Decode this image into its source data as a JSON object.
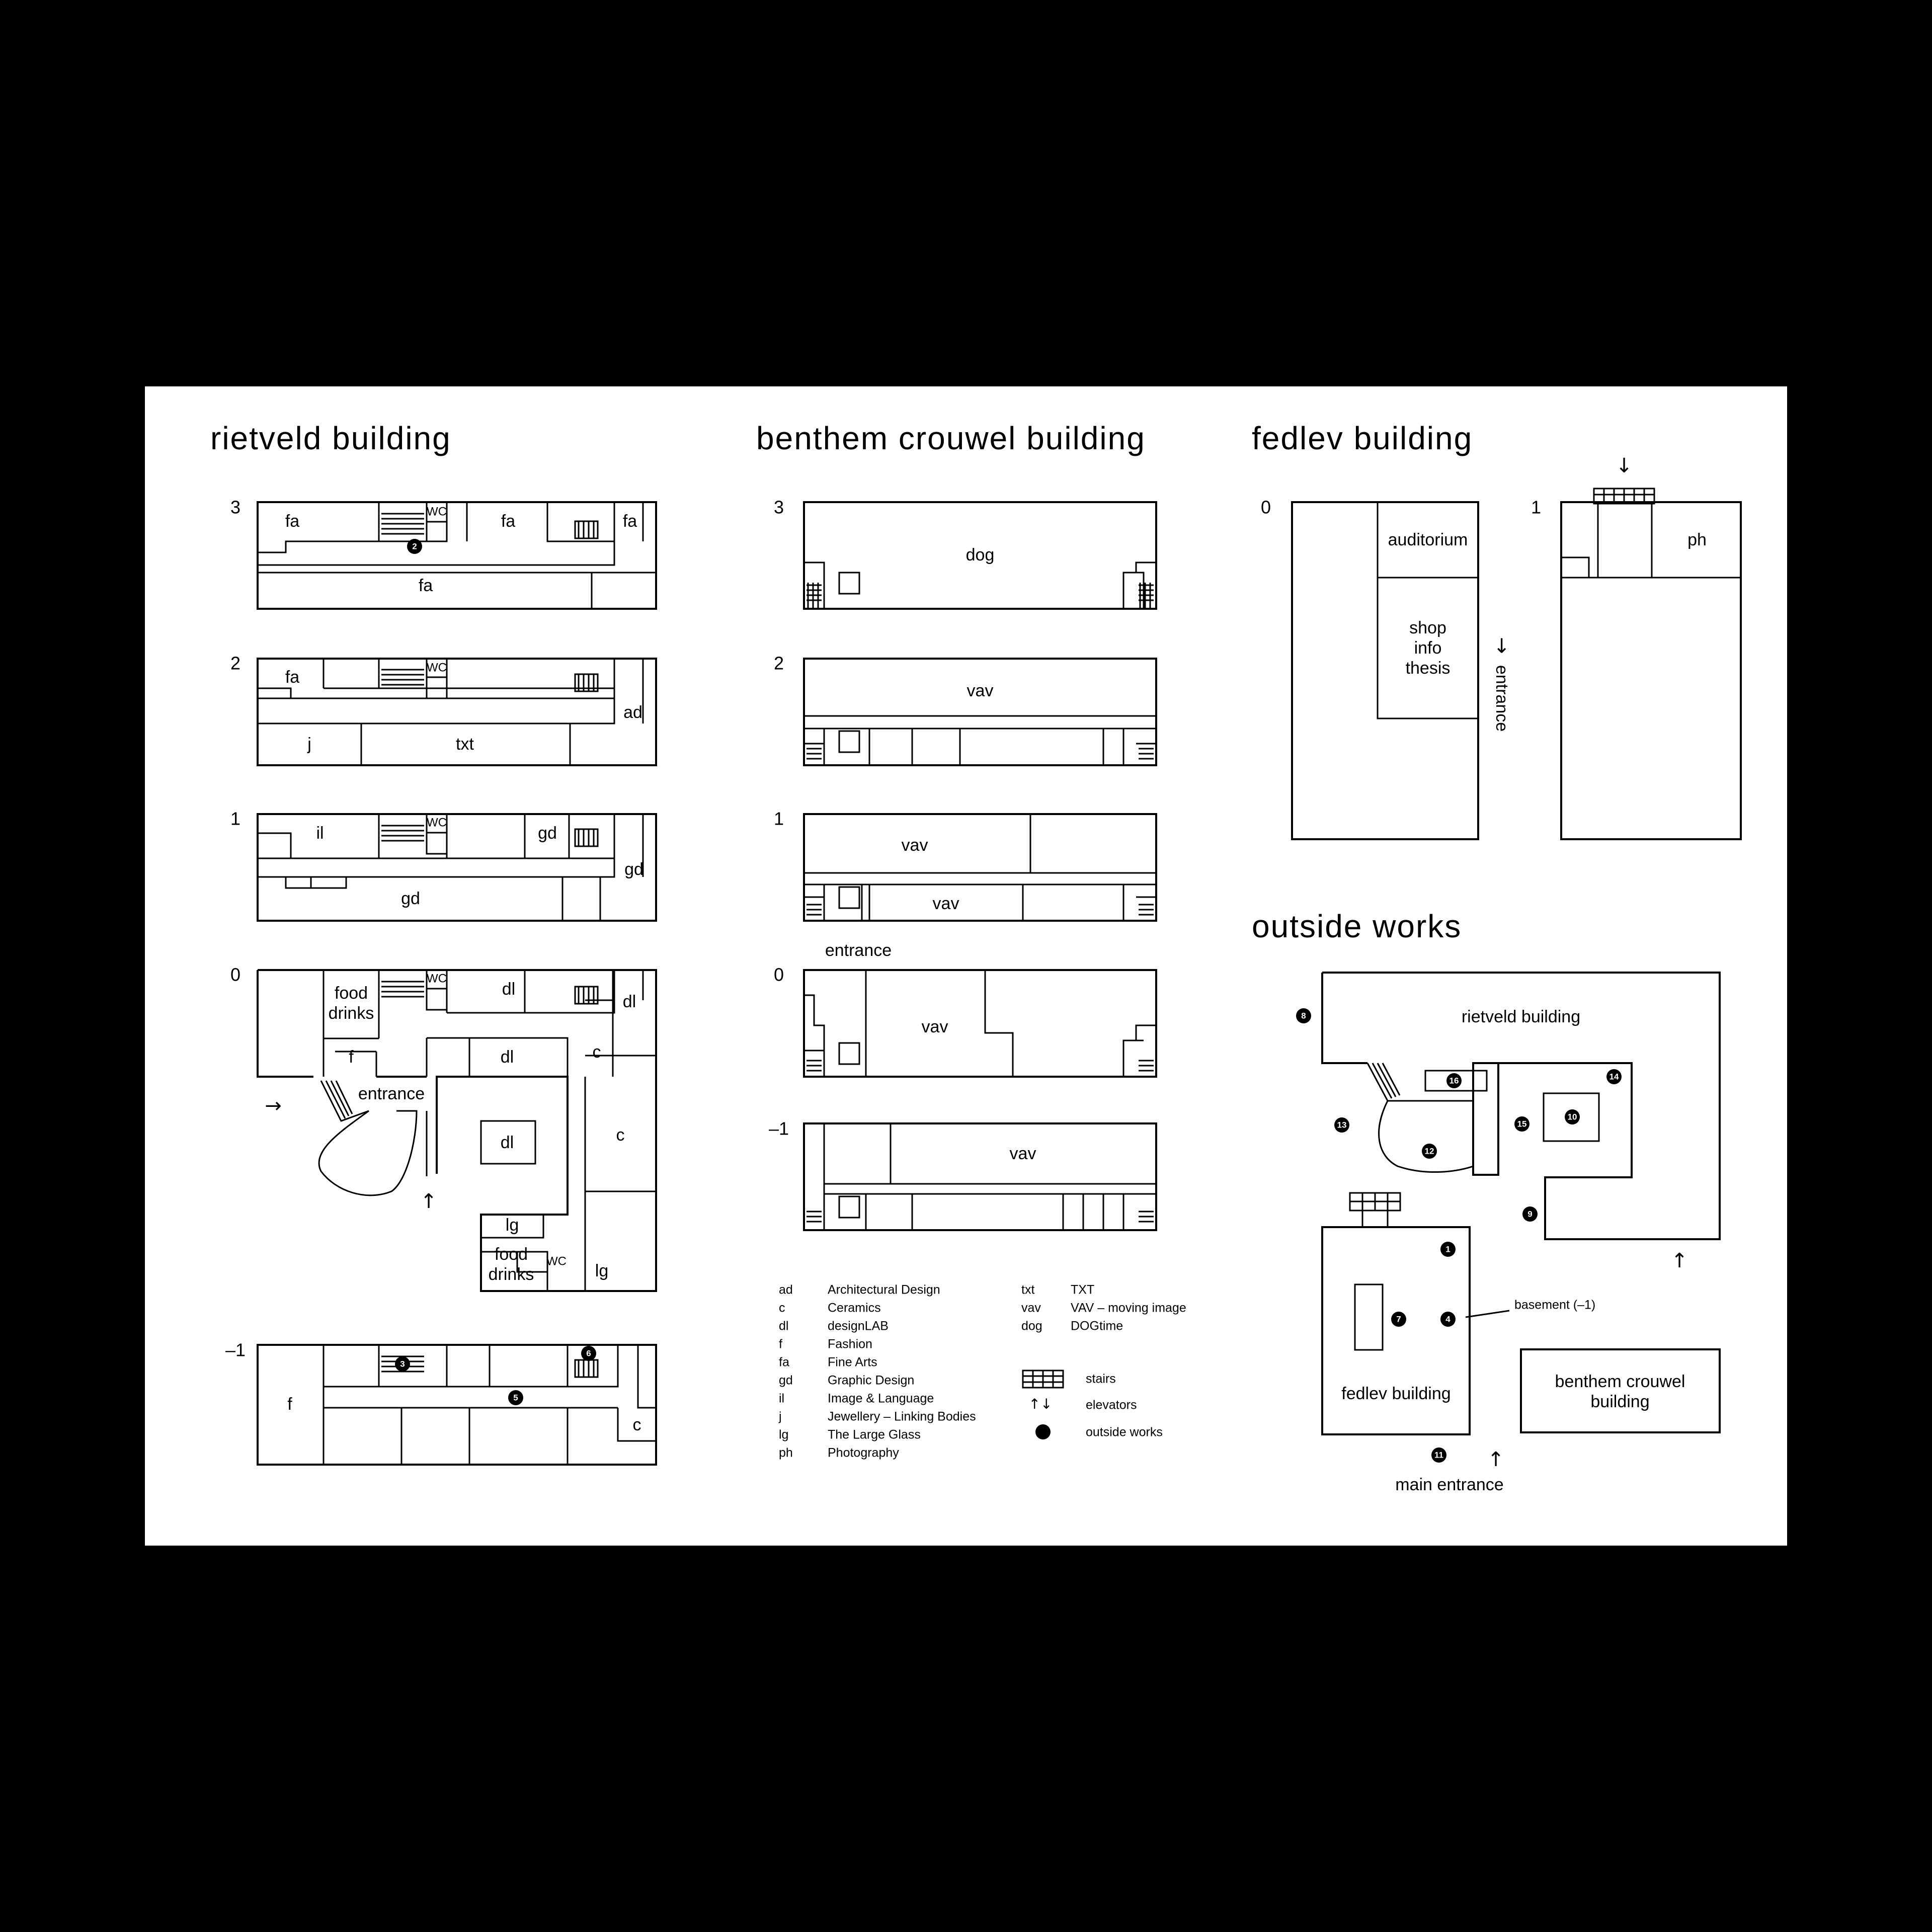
{
  "titles": {
    "rietveld": "rietveld building",
    "benthem": "benthem crouwel building",
    "fedlev": "fedlev building",
    "outside": "outside works"
  },
  "rietveld": {
    "f3": "3",
    "f2": "2",
    "f1": "1",
    "f0": "0",
    "fm1": "–1",
    "r3_fa_a": "fa",
    "r3_fa_b": "fa",
    "r3_fa_c": "fa",
    "r3_fa_d": "fa",
    "r3_wc": "WC",
    "r3_dot": "2",
    "r2_fa": "fa",
    "r2_ad": "ad",
    "r2_j": "j",
    "r2_txt": "txt",
    "r2_wc": "WC",
    "r1_il": "il",
    "r1_gd_a": "gd",
    "r1_gd_b": "gd",
    "r1_gd_c": "gd",
    "r1_wc": "WC",
    "r0_food": "food",
    "r0_drinks": "drinks",
    "r0_dl_a": "dl",
    "r0_dl_b": "dl",
    "r0_dl_c": "dl",
    "r0_dl_d": "dl",
    "r0_f": "f",
    "r0_c_a": "c",
    "r0_c_b": "c",
    "r0_entrance": "entrance",
    "r0_lg_a": "lg",
    "r0_lg_b": "lg",
    "r0_food2": "food",
    "r0_drinks2": "drinks",
    "r0_wc_a": "WC",
    "r0_wc_b": "WC",
    "rm_f": "f",
    "rm_c": "c",
    "rm_dot3": "3",
    "rm_dot5": "5",
    "rm_dot6": "6"
  },
  "benthem": {
    "f3": "3",
    "f2": "2",
    "f1": "1",
    "f0": "0",
    "fm1": "–1",
    "b3_dog": "dog",
    "b2_vav": "vav",
    "b1_vav_a": "vav",
    "b1_vav_b": "vav",
    "b0_vav": "vav",
    "bm1_vav": "vav",
    "entrance": "entrance"
  },
  "fedlev": {
    "f0": "0",
    "f1": "1",
    "auditorium": "auditorium",
    "shop": "shop",
    "info": "info",
    "thesis": "thesis",
    "entrance": "entrance",
    "ph": "ph"
  },
  "outside": {
    "rietveld": "rietveld building",
    "fedlev": "fedlev building",
    "benthem1": "benthem crouwel",
    "benthem2": "building",
    "basement": "basement (–1)",
    "main_entrance": "main entrance",
    "dots": [
      "1",
      "4",
      "7",
      "8",
      "9",
      "10",
      "11",
      "12",
      "13",
      "14",
      "15",
      "16"
    ]
  },
  "legend": {
    "items": [
      {
        "code": "ad",
        "name": "Architectural Design"
      },
      {
        "code": "c",
        "name": "Ceramics"
      },
      {
        "code": "dl",
        "name": "designLAB"
      },
      {
        "code": "f",
        "name": "Fashion"
      },
      {
        "code": "fa",
        "name": "Fine Arts"
      },
      {
        "code": "gd",
        "name": "Graphic Design"
      },
      {
        "code": "il",
        "name": "Image & Language"
      },
      {
        "code": "j",
        "name": "Jewellery – Linking Bodies"
      },
      {
        "code": "lg",
        "name": "The Large Glass"
      },
      {
        "code": "ph",
        "name": "Photography"
      }
    ],
    "items2": [
      {
        "code": "txt",
        "name": "TXT"
      },
      {
        "code": "vav",
        "name": "VAV – moving image"
      },
      {
        "code": "dog",
        "name": "DOGtime"
      }
    ],
    "stairs": "stairs",
    "elevators": "elevators",
    "outside_works": "outside works"
  },
  "colors": {
    "background": "#000000",
    "sheet": "#ffffff",
    "ink": "#000000"
  }
}
